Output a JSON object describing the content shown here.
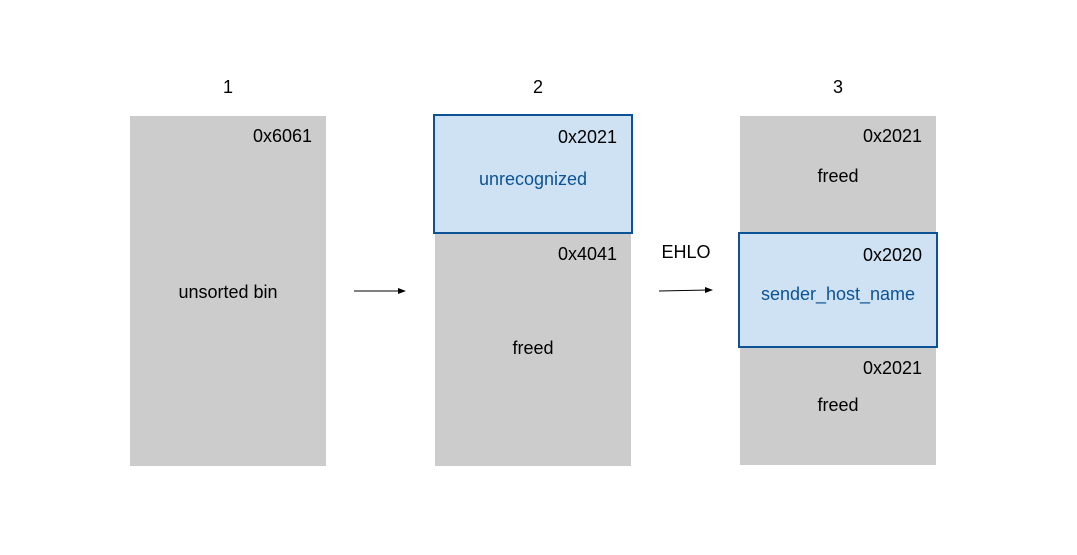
{
  "steps": [
    {
      "number": "1",
      "blocks": [
        {
          "address": "0x6061",
          "label": "unsorted bin"
        }
      ]
    },
    {
      "number": "2",
      "blocks": [
        {
          "address": "0x2021",
          "label": "unrecognized"
        },
        {
          "address": "0x4041",
          "label": "freed"
        }
      ]
    },
    {
      "number": "3",
      "blocks": [
        {
          "address": "0x2021",
          "label": "freed"
        },
        {
          "address": "0x2020",
          "label": "sender_host_name"
        },
        {
          "address": "0x2021",
          "label": "freed"
        }
      ]
    }
  ],
  "transitions": [
    {
      "label": ""
    },
    {
      "label": "EHLO"
    }
  ],
  "colors": {
    "freed_fill": "#cccccc",
    "allocated_fill": "#cfe2f3",
    "allocated_border": "#0b5394",
    "allocated_text": "#0b5394"
  }
}
